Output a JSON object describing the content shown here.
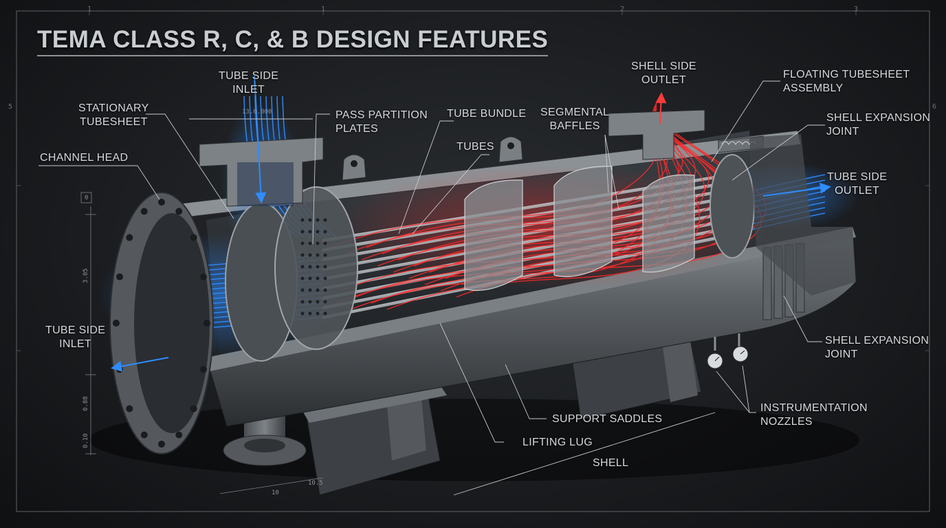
{
  "title": "TEMA CLASS R, C, & B DESIGN FEATURES",
  "labels": {
    "tube_side_inlet_top": [
      "TUBE SIDE",
      "INLET"
    ],
    "stationary_tubesheet": [
      "STATIONARY",
      "TUBESHEET"
    ],
    "channel_head": [
      "CHANNEL HEAD"
    ],
    "pass_partition_plates": [
      "PASS PARTITION",
      "PLATES"
    ],
    "tube_bundle": [
      "TUBE BUNDLE"
    ],
    "tubes": [
      "TUBES"
    ],
    "segmental_baffles": [
      "SEGMENTAL",
      "BAFFLES"
    ],
    "shell_side_outlet": [
      "SHELL SIDE",
      "OUTLET"
    ],
    "floating_tubesheet_assembly": [
      "FLOATING TUBESHEET",
      "ASSEMBLY"
    ],
    "shell_expansion_joint_top": [
      "SHELL EXPANSION",
      "JOINT"
    ],
    "tube_side_outlet": [
      "TUBE SIDE",
      "OUTLET"
    ],
    "tube_side_inlet_left": [
      "TUBE SIDE",
      "INLET"
    ],
    "shell_expansion_joint_bottom": [
      "SHELL EXPANSION",
      "JOINT"
    ],
    "instrumentation_nozzles": [
      "INSTRUMENTATION",
      "NOZZLES"
    ],
    "support_saddles": [
      "SUPPORT SADDLES"
    ],
    "lifting_lug": [
      "LIFTING LUG"
    ],
    "shell": [
      "SHELL"
    ]
  },
  "dimensions": {
    "top": "13.0.000",
    "left_a": "3.05",
    "left_b": "0.88",
    "left_c": "0.10",
    "bottom_a": "10",
    "bottom_b": "10.5",
    "box": "0"
  },
  "grid_numbers": {
    "top": [
      "1",
      "1",
      "2",
      "3"
    ],
    "left": "5",
    "right": "6"
  },
  "colors": {
    "cold_flow": "#2f8cff",
    "hot_flow": "#ff2a2a",
    "steel": "#6b7075",
    "label": "#d6d9dc",
    "leader": "#c7cacd"
  }
}
